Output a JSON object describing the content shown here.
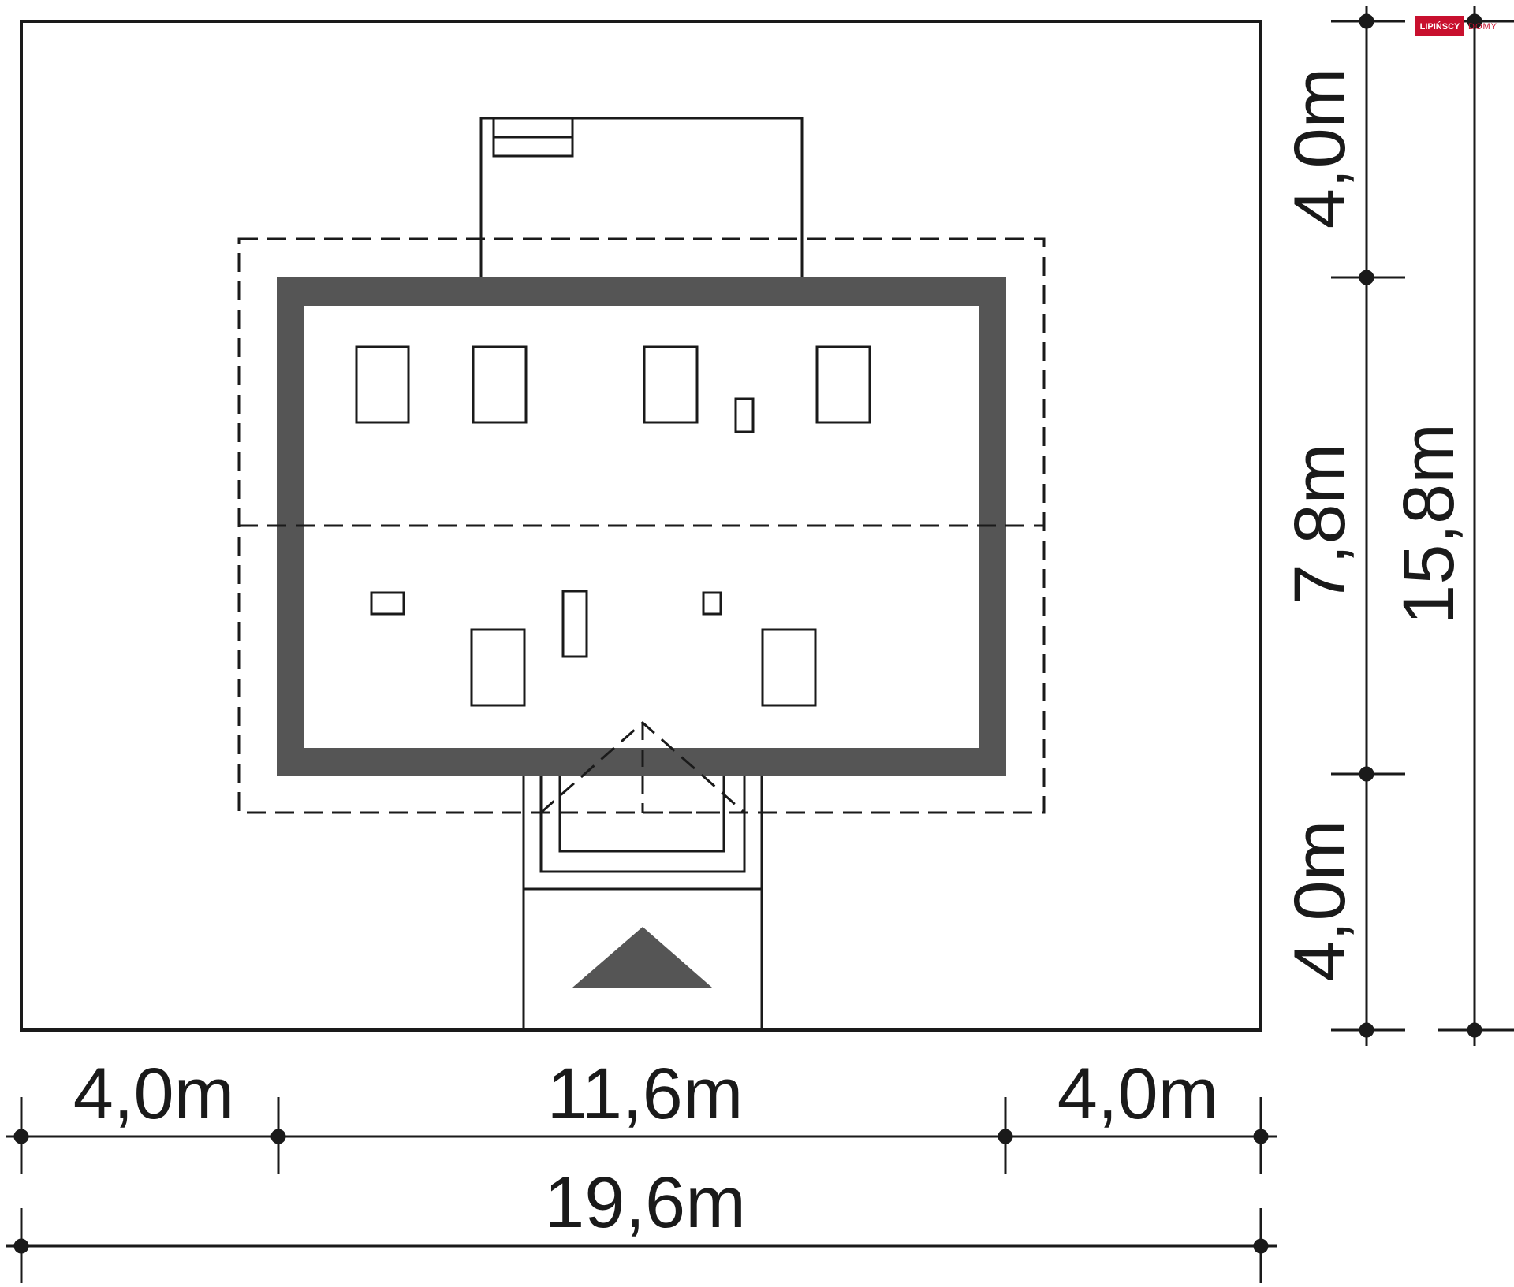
{
  "logo": {
    "brand": "LIPIŃSCY",
    "suffix": "DOMY",
    "brand_color": "#c8102e"
  },
  "dimensions": {
    "horizontal_left_setback": "4,0m",
    "horizontal_house_width": "11,6m",
    "horizontal_right_setback": "4,0m",
    "horizontal_total": "19,6m",
    "vertical_top_setback": "4,0m",
    "vertical_house_depth": "7,8m",
    "vertical_bottom_setback": "4,0m",
    "vertical_total": "15,8m"
  },
  "colors": {
    "wall": "#555555",
    "line": "#1a1a1a",
    "entrance_arrow": "#555555"
  },
  "icons": {
    "entrance": "entrance-arrow-icon"
  }
}
